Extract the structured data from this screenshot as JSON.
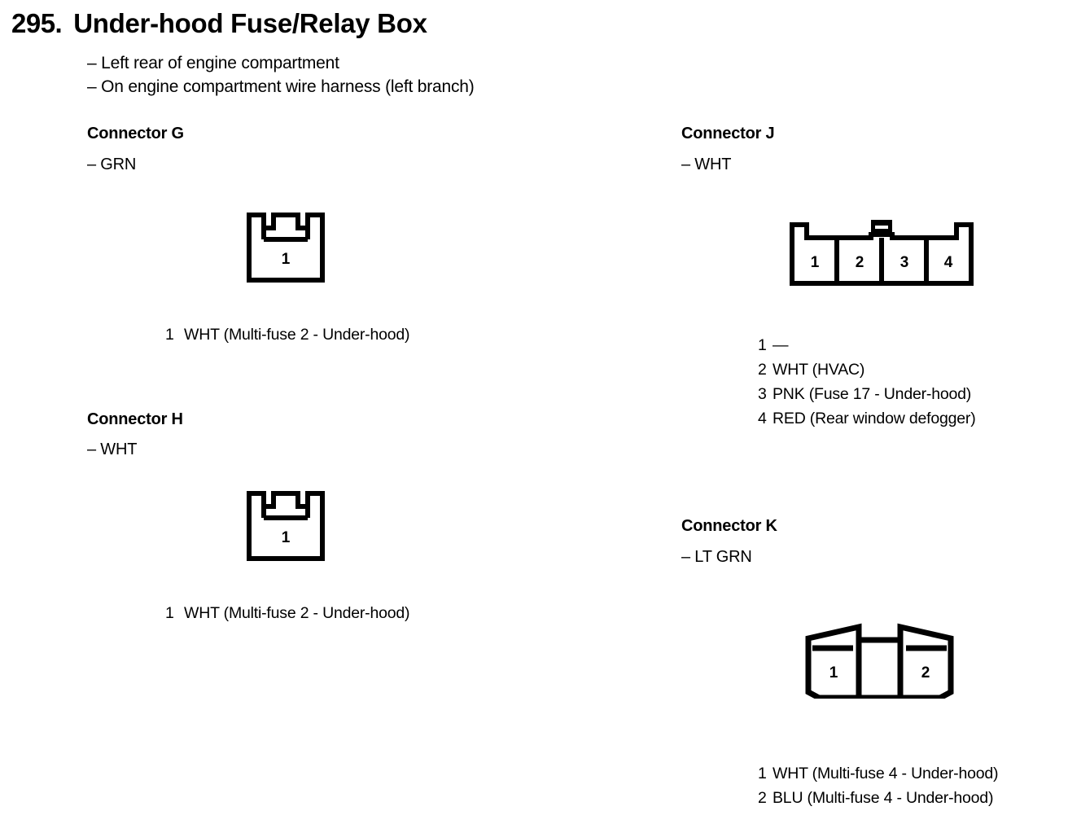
{
  "document": {
    "section_number": "295.",
    "title": "Under-hood Fuse/Relay Box",
    "location_notes": [
      "– Left rear of engine compartment",
      "– On engine compartment wire harness (left branch)"
    ]
  },
  "connectors": [
    {
      "id": "G",
      "heading": "Connector G",
      "color": "– GRN",
      "shape": "single-cavity-notched",
      "cavity_labels": [
        "1"
      ],
      "pins": [
        {
          "num": "1",
          "desc": "WHT (Multi-fuse 2 - Under-hood)"
        }
      ]
    },
    {
      "id": "H",
      "heading": "Connector H",
      "color": "– WHT",
      "shape": "single-cavity-notched",
      "cavity_labels": [
        "1"
      ],
      "pins": [
        {
          "num": "1",
          "desc": "WHT (Multi-fuse 2 - Under-hood)"
        }
      ]
    },
    {
      "id": "J",
      "heading": "Connector J",
      "color": "– WHT",
      "shape": "four-cavity-tab",
      "cavity_labels": [
        "1",
        "2",
        "3",
        "4"
      ],
      "pins": [
        {
          "num": "1",
          "desc": "—"
        },
        {
          "num": "2",
          "desc": "WHT (HVAC)"
        },
        {
          "num": "3",
          "desc": "PNK (Fuse 17 - Under-hood)"
        },
        {
          "num": "4",
          "desc": "RED (Rear window defogger)"
        }
      ]
    },
    {
      "id": "K",
      "heading": "Connector K",
      "color": "– LT GRN",
      "shape": "two-cavity-chamfered",
      "cavity_labels": [
        "1",
        "2"
      ],
      "pins": [
        {
          "num": "1",
          "desc": "WHT (Multi-fuse 4 - Under-hood)"
        },
        {
          "num": "2",
          "desc": "BLU (Multi-fuse 4 - Under-hood)"
        }
      ]
    }
  ],
  "colors": {
    "ink": "#000000",
    "paper": "#ffffff"
  }
}
